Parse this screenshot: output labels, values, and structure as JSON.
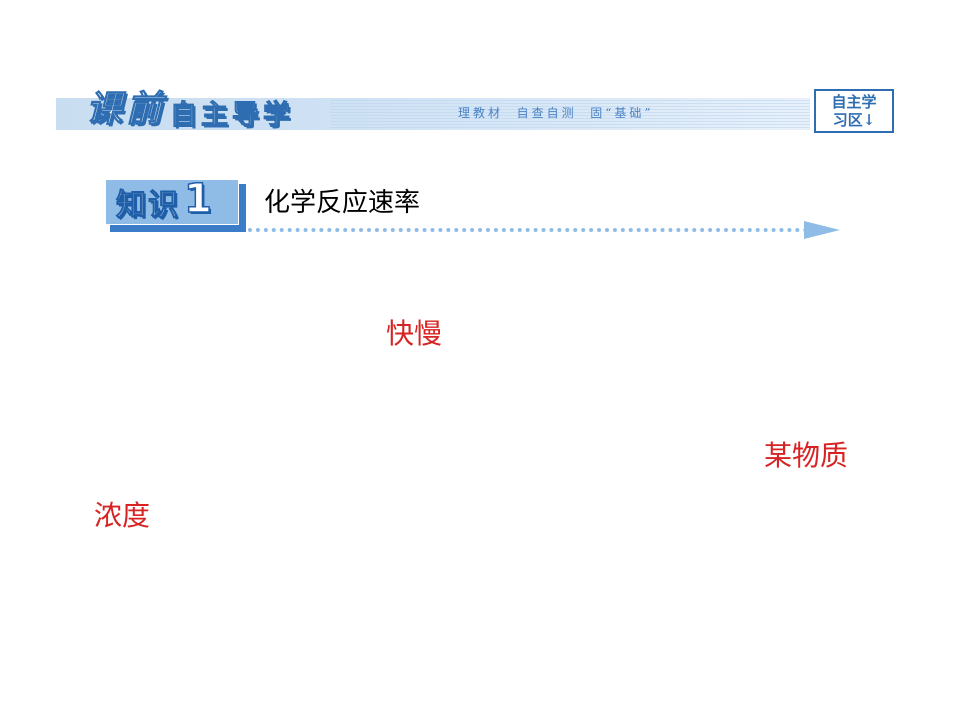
{
  "banner": {
    "title_part1": "课前",
    "title_part2": "自主导学",
    "slogan": "理教材  自查自测  固“基础”",
    "badge_line1": "自主学",
    "badge_line2": "习区↓"
  },
  "knowledge": {
    "tag_label": "知识",
    "tag_number": "1",
    "title": "化学反应速率"
  },
  "answers": [
    "快慢",
    "某物质",
    "浓度"
  ],
  "colors": {
    "answer": "#d72323",
    "accent": "#2e6db1",
    "light_accent": "#8fbce6"
  }
}
